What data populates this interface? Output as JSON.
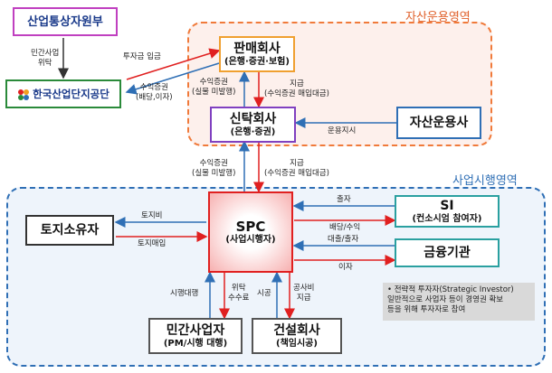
{
  "zones": {
    "asset": "자산운용영역",
    "business": "사업시행영역"
  },
  "boxes": {
    "ministry": {
      "main": "산업통상자원부"
    },
    "kicox": {
      "main": "한국산업단지공단"
    },
    "sales": {
      "main": "판매회사",
      "sub": "(은행·증권·보험)"
    },
    "trust": {
      "main": "신탁회사",
      "sub": "(은행·증권)"
    },
    "amc": {
      "main": "자산운용사"
    },
    "landowner": {
      "main": "토지소유자"
    },
    "spc": {
      "main": "SPC",
      "sub": "(사업시행자)"
    },
    "si": {
      "main": "SI",
      "sub": "(컨소시엄 참여자)"
    },
    "finance": {
      "main": "금융기관"
    },
    "private": {
      "main": "민간사업자",
      "sub": "(PM/시행 대행)"
    },
    "construction": {
      "main": "건설회사",
      "sub": "(책임시공)"
    }
  },
  "labels": {
    "private_entrust": "민간사업\n위탁",
    "investment_in": "투자금 입금",
    "securities_dividend": "수익증권\n(배당,이자)",
    "securities_unsold_top": "수익증권\n(실물 미발행)",
    "payment_top": "지급\n(수익증권 매입대금)",
    "mgmt_instruction": "운용지시",
    "securities_unsold_mid": "수익증권\n(실물 미발행)",
    "payment_mid": "지급\n(수익증권 매입대금)",
    "land_fee": "토지비",
    "land_buy": "토지매입",
    "capital": "출자",
    "dividend": "배당/수익",
    "loan_capital": "대출/출자",
    "interest": "이자",
    "exec_agent": "시행대행",
    "entrust_fee": "위탁\n수수료",
    "construction": "시공",
    "construction_pay": "공사비\n지급"
  },
  "note": {
    "line1": "•  전략적 투자자(Strategic Investor)",
    "line2": "일반적으로 사업자 등이 경영권 확보",
    "line3": "등을 위해 투자자로 참여"
  },
  "colors": {
    "asset_border": "#f07a3a",
    "business_border": "#2f6fb5",
    "arrow_red": "#e02020",
    "arrow_blue": "#2f6fb5"
  }
}
